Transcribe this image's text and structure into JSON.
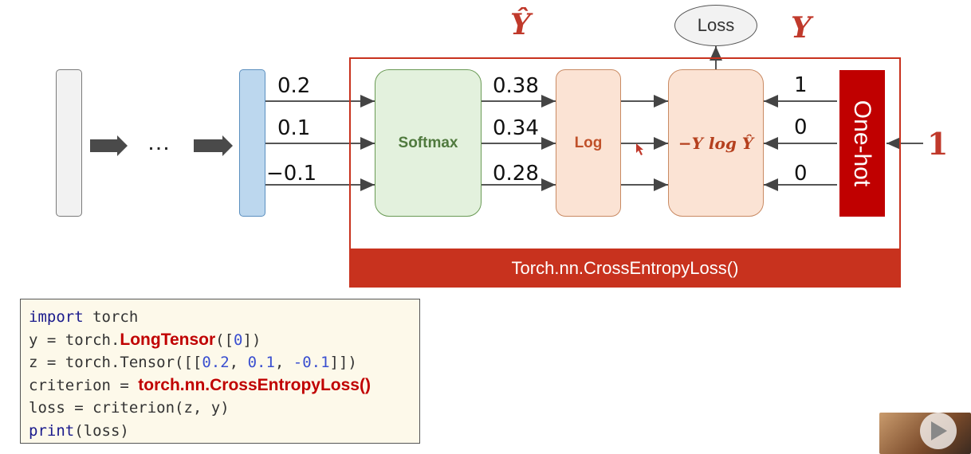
{
  "labels": {
    "y_hat": "Ŷ",
    "y": "Y",
    "loss": "Loss",
    "softmax": "Softmax",
    "log": "Log",
    "formula": "−Y log Ŷ",
    "one_hot": "One-hot",
    "class_index": "1",
    "ellipsis": "…",
    "frame_title": "Torch.nn.CrossEntropyLoss()"
  },
  "logits": [
    "0.2",
    "0.1",
    "−0.1"
  ],
  "probabilities": [
    "0.38",
    "0.34",
    "0.28"
  ],
  "one_hot_values": [
    "1",
    "0",
    "0"
  ],
  "code": {
    "line1_kw": "import",
    "line1_rest": " torch",
    "line2_a": "y = torch.",
    "line2_hl": "LongTensor",
    "line2_b": "([",
    "line2_num": "0",
    "line2_c": "])",
    "line3_a": "z = torch.Tensor([[",
    "line3_n1": "0.2",
    "line3_sep1": ", ",
    "line3_n2": "0.1",
    "line3_sep2": ", ",
    "line3_n3": "-0.1",
    "line3_c": "]])",
    "line4_a": "criterion = ",
    "line4_hl": "torch.nn.CrossEntropyLoss()",
    "line5": "loss = criterion(z, y)",
    "line6_kw": "print",
    "line6_rest": "(loss)"
  },
  "colors": {
    "accent_red": "#c8321e",
    "softmax_green": "#e3f1dd",
    "log_peach": "#fbe3d4",
    "vector_blue": "#bcd7ee",
    "code_bg": "#fdf9ea"
  }
}
